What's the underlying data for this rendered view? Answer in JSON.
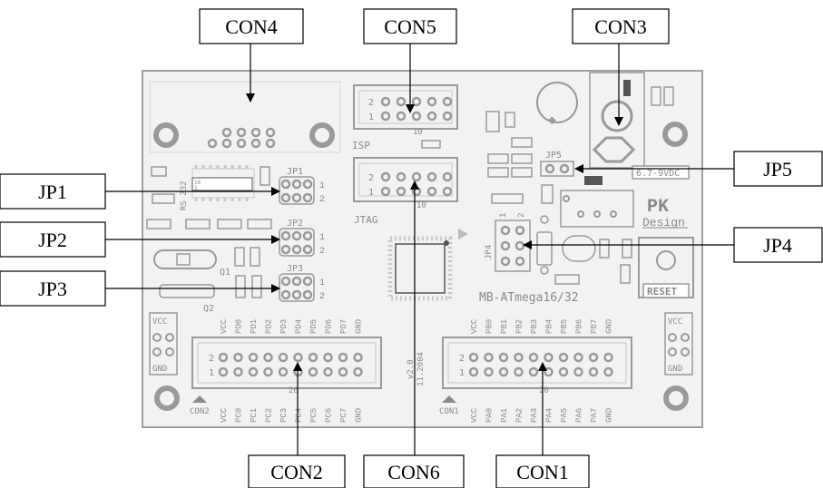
{
  "board": {
    "model": "MB-ATmega16/32",
    "version": "v2.0",
    "date": "11.2004",
    "logo_line1": "PK",
    "logo_line2": "Design",
    "reset_label": "RESET",
    "power_label": "6.7-9VDC",
    "isp_label": "ISP",
    "jtag_label": "JTAG",
    "rs232_label": "RS 232",
    "vcc_label": "VCC",
    "gnd_label": "GND",
    "pin_count_10": "10",
    "pin_count_20": "20",
    "row_1": "1",
    "row_2": "2",
    "jp4_label": "JP4",
    "jp5_label": "JP5",
    "con1_silk": "CON1",
    "con2_silk": "CON2",
    "q1": "Q1",
    "q2": "Q2",
    "jp1_silk": "JP1",
    "jp2_silk": "JP2",
    "jp3_silk": "JP3",
    "pins_con2_top": [
      "VCC",
      "PD0",
      "PD1",
      "PD2",
      "PD3",
      "PD4",
      "PD5",
      "PD6",
      "PD7",
      "GND"
    ],
    "pins_con2_bottom": [
      "VCC",
      "PC0",
      "PC1",
      "PC2",
      "PC3",
      "PC4",
      "PC5",
      "PC6",
      "PC7",
      "GND"
    ],
    "pins_con1_top": [
      "VCC",
      "PB0",
      "PB1",
      "PB2",
      "PB3",
      "PB4",
      "PB5",
      "PB6",
      "PB7",
      "GND"
    ],
    "pins_con1_bottom": [
      "VCC",
      "PA0",
      "PA1",
      "PA2",
      "PA3",
      "PA4",
      "PA5",
      "PA6",
      "PA7",
      "GND"
    ]
  },
  "callouts": {
    "con4": "CON4",
    "con5": "CON5",
    "con3": "CON3",
    "jp1": "JP1",
    "jp2": "JP2",
    "jp3": "JP3",
    "jp5": "JP5",
    "jp4": "JP4",
    "con2": "CON2",
    "con6": "CON6",
    "con1": "CON1"
  },
  "colors": {
    "board": "#f2f2f2",
    "board_edge": "#999999",
    "silk": "#8a8a8a",
    "pad": "#9a9a9a",
    "line": "#000000"
  }
}
